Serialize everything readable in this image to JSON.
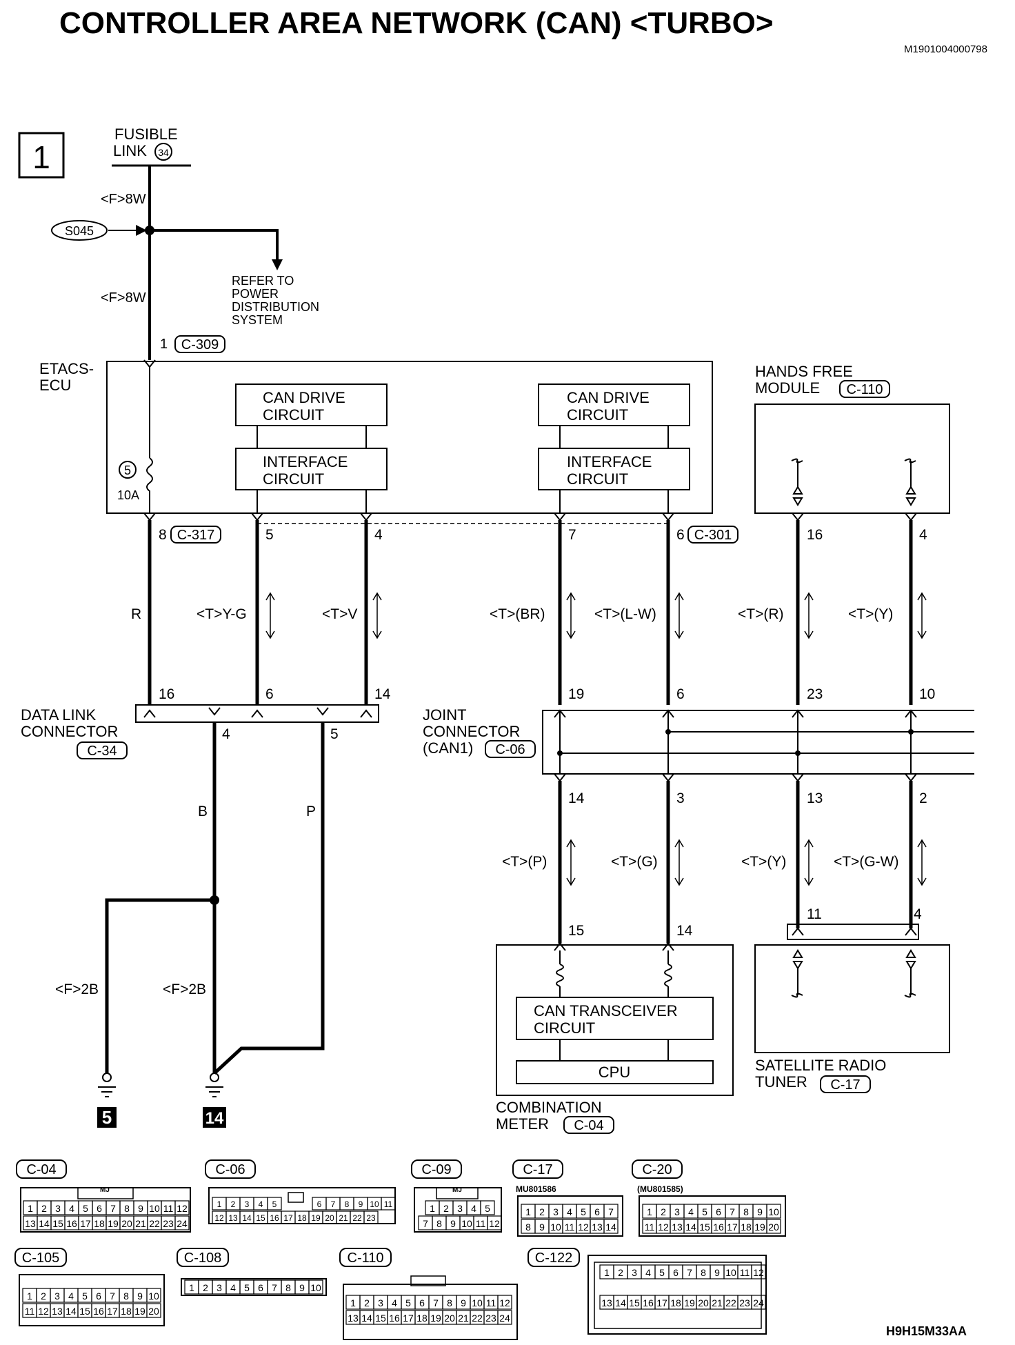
{
  "header": {
    "title": "CONTROLLER AREA NETWORK (CAN) <TURBO>",
    "code": "M1901004000798"
  },
  "page_box": "1",
  "fusible": {
    "line1": "FUSIBLE",
    "line2": "LINK",
    "num": "34"
  },
  "splice": "S045",
  "refer": [
    "REFER TO",
    "POWER",
    "DISTRIBUTION",
    "SYSTEM"
  ],
  "wire_f8w": "<F>8W",
  "etacs": {
    "line1": "ETACS-",
    "line2": "ECU",
    "pin_in": "1",
    "conn_in": "C-309",
    "fuse_num": "5",
    "fuse_amp": "10A",
    "pins": [
      "8",
      "5",
      "4",
      "7",
      "6"
    ],
    "conn_a": "C-317",
    "conn_b": "C-301"
  },
  "circuits": {
    "drive1": "CAN DRIVE",
    "drive2": "CIRCUIT",
    "iface1": "INTERFACE",
    "iface2": "CIRCUIT"
  },
  "hfm": {
    "line1": "HANDS FREE",
    "line2": "MODULE",
    "conn": "C-110",
    "pin_a": "16",
    "pin_b": "4"
  },
  "wires": {
    "r": "R",
    "yg": "<T>Y-G",
    "v": "<T>V",
    "br": "<T>(BR)",
    "lw": "<T>(L-W)",
    "r2": "<T>(R)",
    "y": "<T>(Y)",
    "b": "B",
    "p": "P",
    "pp": "<T>(P)",
    "g": "<T>(G)",
    "y2": "<T>(Y)",
    "gw": "<T>(G-W)",
    "f2b": "<F>2B"
  },
  "dlc": {
    "line1": "DATA LINK",
    "line2": "CONNECTOR",
    "conn": "C-34",
    "pins_top": [
      "16",
      "6",
      "14"
    ],
    "pins_bot": [
      "4",
      "5"
    ]
  },
  "joint": {
    "line1": "JOINT",
    "line2": "CONNECTOR",
    "line3": "(CAN1)",
    "conn": "C-06",
    "pins_top": [
      "19",
      "6",
      "23",
      "10"
    ],
    "pins_bot": [
      "14",
      "3",
      "13",
      "2"
    ]
  },
  "meter": {
    "pins": [
      "15",
      "14"
    ],
    "trans1": "CAN TRANSCEIVER",
    "trans2": "CIRCUIT",
    "cpu": "CPU",
    "line1": "COMBINATION",
    "line2": "METER",
    "conn": "C-04"
  },
  "sat": {
    "pins": [
      "11",
      "4"
    ],
    "line1": "SATELLITE RADIO",
    "line2": "TUNER",
    "conn": "C-17"
  },
  "grounds": [
    "5",
    "14"
  ],
  "connectors": {
    "c04": "C-04",
    "c06": "C-06",
    "c09": "C-09",
    "c17": "C-17",
    "c17_part": "MU801586",
    "c20": "C-20",
    "c20_part": "(MU801585)",
    "c105": "C-105",
    "c108": "C-108",
    "c110": "C-110",
    "c122": "C-122",
    "mj": "MJ"
  },
  "figure_code": "H9H15M33AA"
}
